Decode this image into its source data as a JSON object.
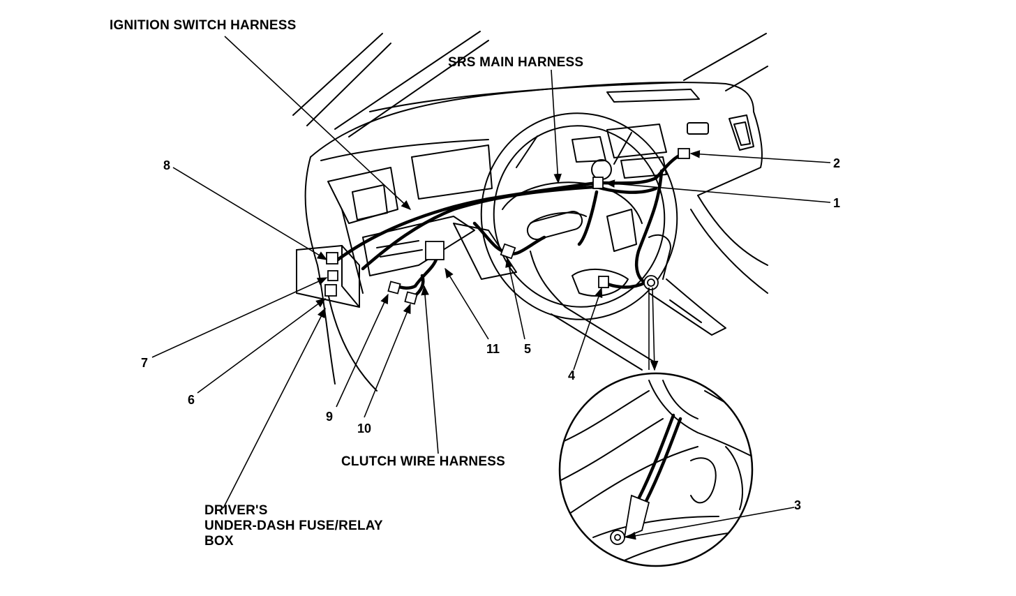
{
  "labels": {
    "ignition_switch_harness": "IGNITION SWITCH HARNESS",
    "srs_main_harness": "SRS MAIN HARNESS",
    "clutch_wire_harness": "CLUTCH WIRE HARNESS",
    "fuse_box_line1": "DRIVER'S",
    "fuse_box_line2": "UNDER-DASH FUSE/RELAY",
    "fuse_box_line3": "BOX"
  },
  "callouts": {
    "c1": "1",
    "c2": "2",
    "c3": "3",
    "c4": "4",
    "c5": "5",
    "c6": "6",
    "c7": "7",
    "c8": "8",
    "c9": "9",
    "c10": "10",
    "c11": "11"
  },
  "colors": {
    "ink": "#000000",
    "background": "#ffffff"
  }
}
